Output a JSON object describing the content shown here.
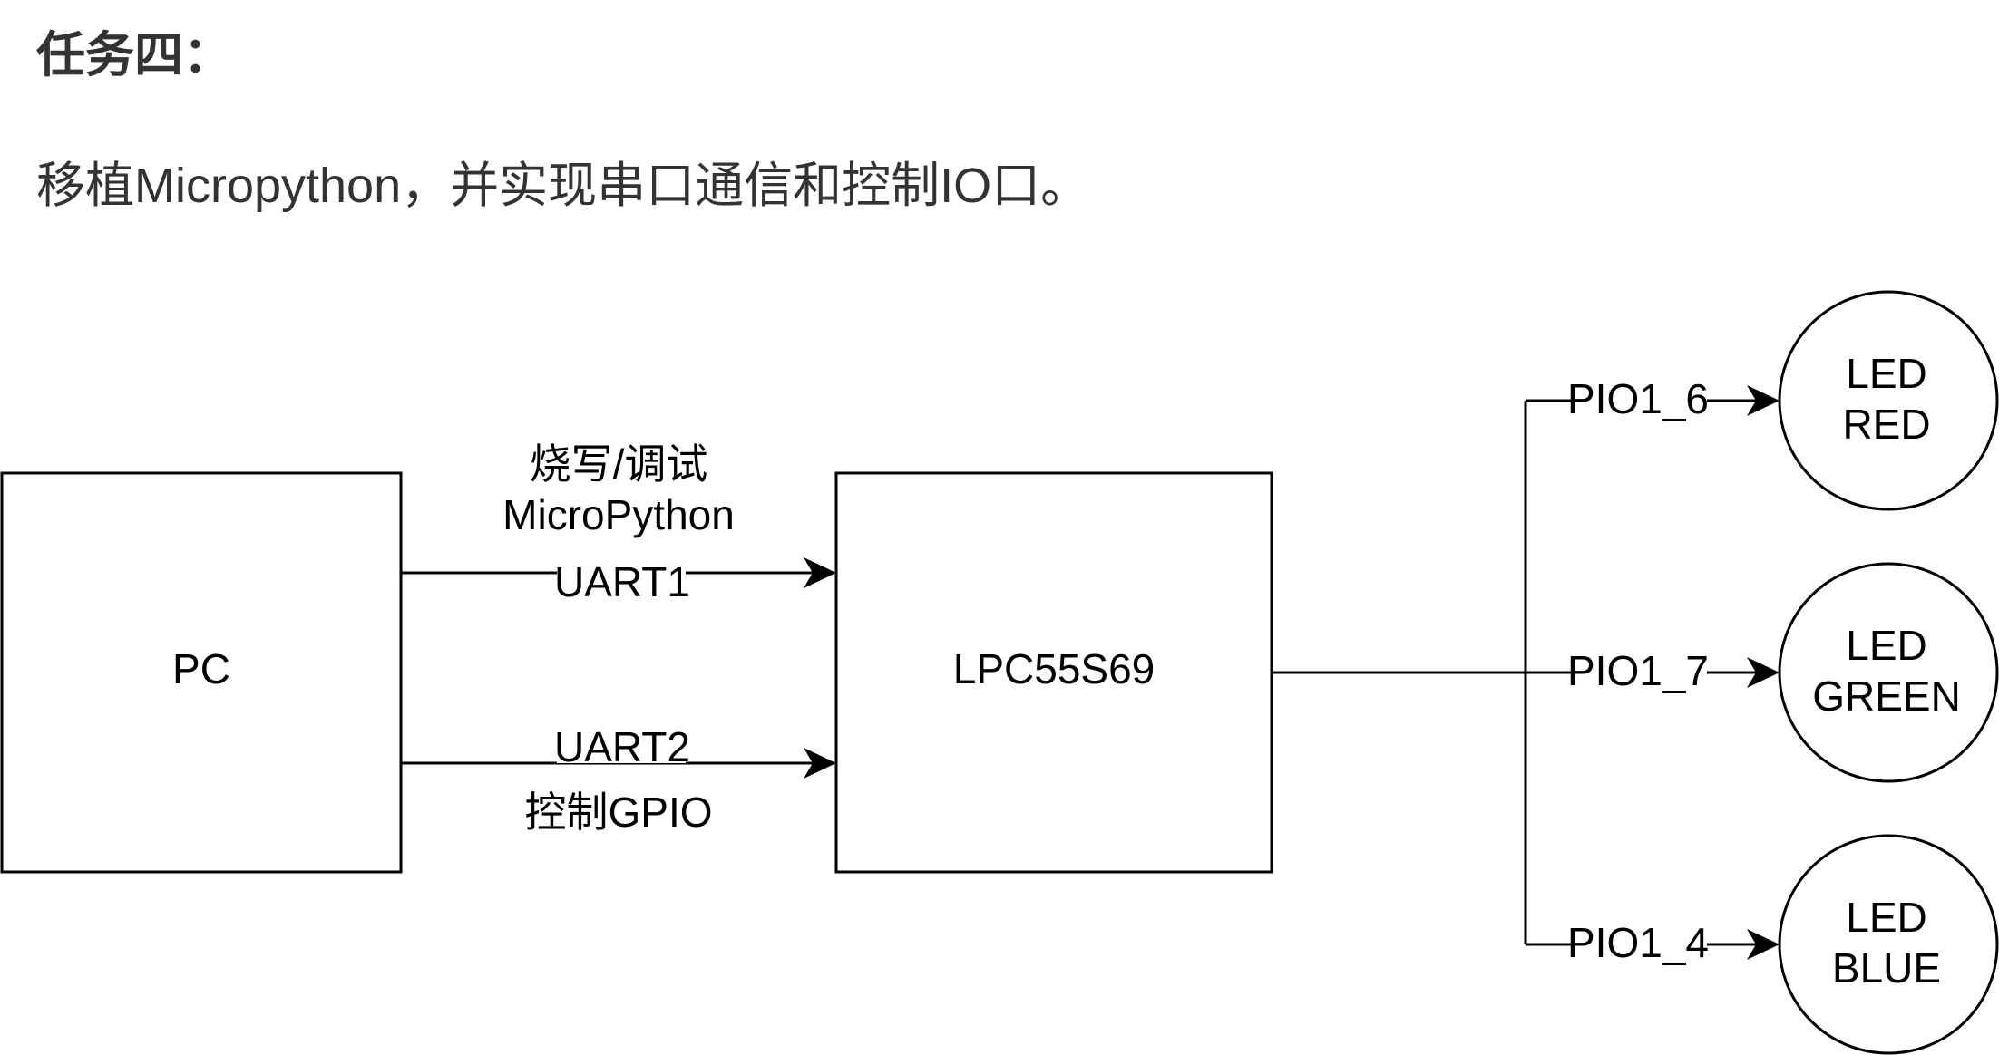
{
  "heading": "任务四：",
  "description": "移植Micropython，并实现串口通信和控制IO口。",
  "diagram": {
    "pc_label": "PC",
    "mcu_label": "LPC55S69",
    "uart1": {
      "line1": "烧写/调试",
      "line2": "MicroPython",
      "label": "UART1"
    },
    "uart2": {
      "label": "UART2",
      "desc": "控制GPIO"
    },
    "pins": [
      {
        "label": "PIO1_6",
        "led_line1": "LED",
        "led_line2": "RED"
      },
      {
        "label": "PIO1_7",
        "led_line1": "LED",
        "led_line2": "GREEN"
      },
      {
        "label": "PIO1_4",
        "led_line1": "LED",
        "led_line2": "BLUE"
      }
    ]
  }
}
